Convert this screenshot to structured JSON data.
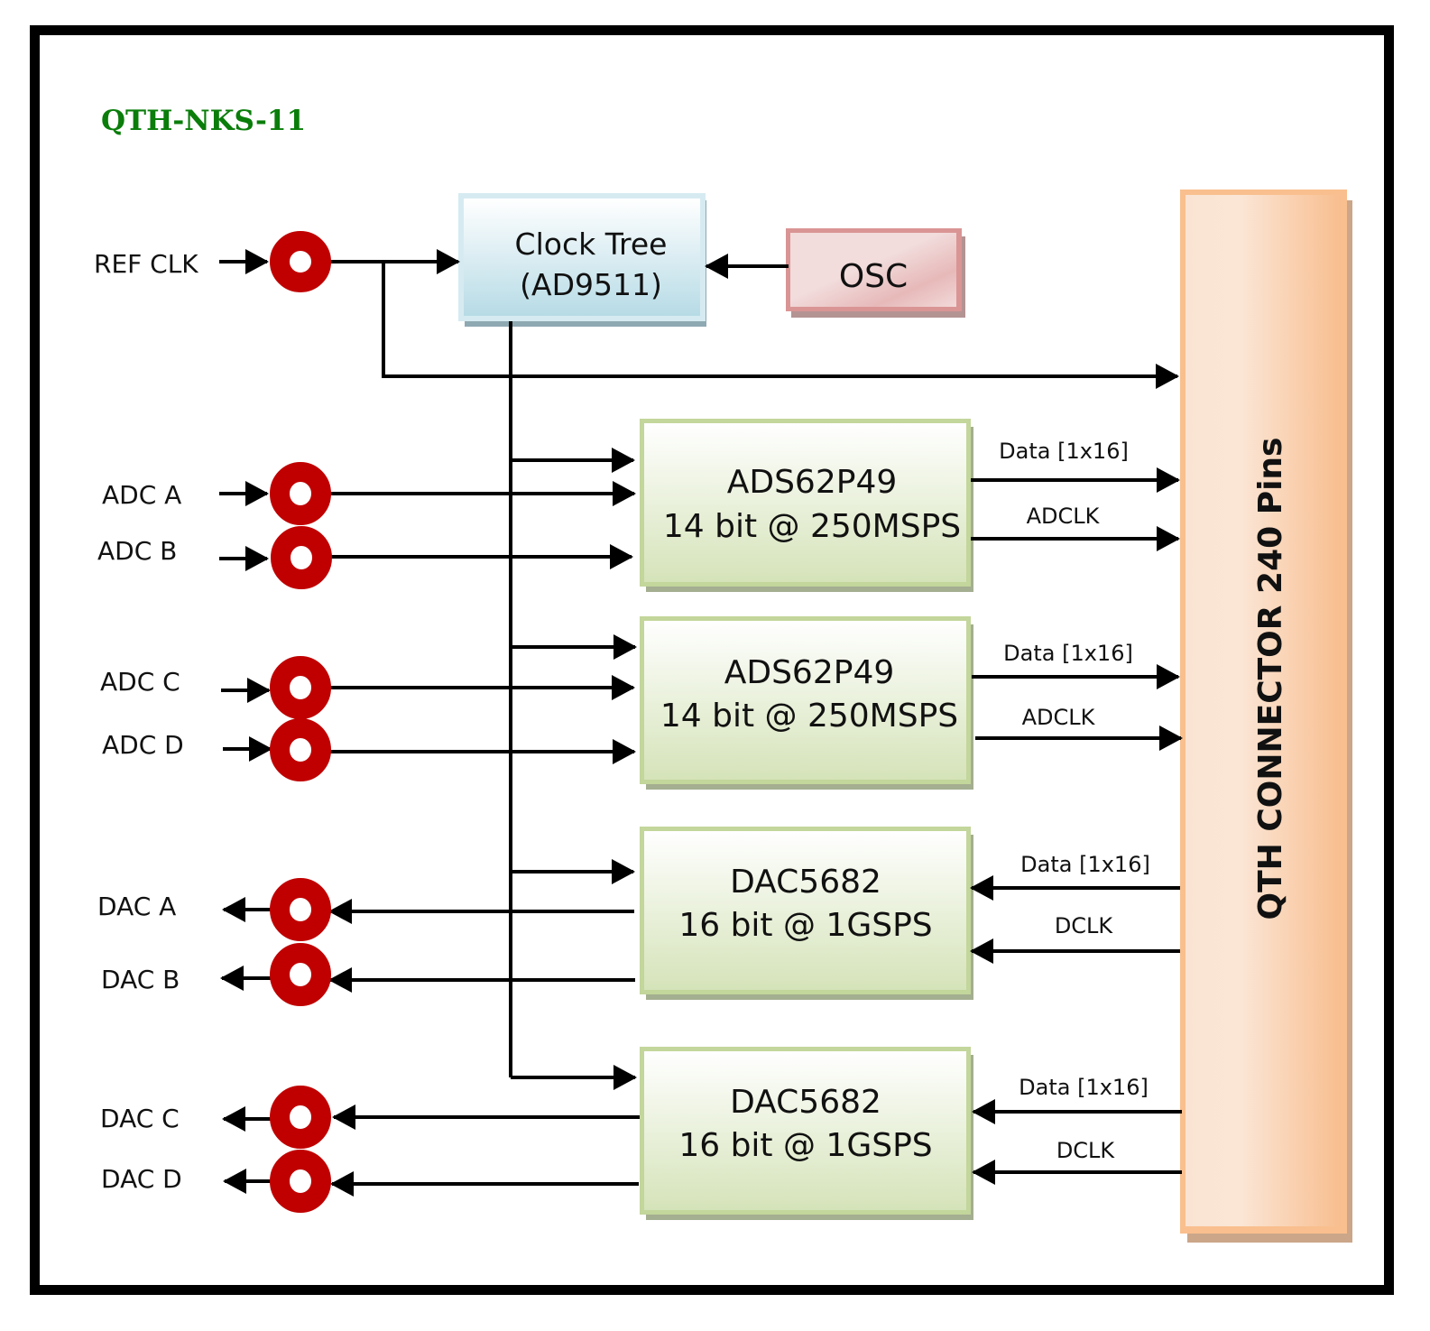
{
  "title": "QTH-NKS-11",
  "colors": {
    "title": "#0a7d0a",
    "connector_ring": "#c00000",
    "clock_tree_fill": "#bcdde7",
    "osc_fill": "#d99594",
    "converter_fill": "#d7e4bd",
    "qth_fill": "#fac090"
  },
  "blocks": {
    "clock_tree": {
      "line1": "Clock Tree",
      "line2": "(AD9511)"
    },
    "osc": {
      "label": "OSC"
    },
    "qth": {
      "label": "QTH CONNECTOR 240 Pins"
    },
    "adc1": {
      "line1": "ADS62P49",
      "line2": "14 bit @ 250MSPS"
    },
    "adc2": {
      "line1": "ADS62P49",
      "line2": "14 bit @ 250MSPS"
    },
    "dac1": {
      "line1": "DAC5682",
      "line2": "16 bit @ 1GSPS"
    },
    "dac2": {
      "line1": "DAC5682",
      "line2": "16 bit @ 1GSPS"
    }
  },
  "ports": {
    "ref_clk": "REF CLK",
    "adc_a": "ADC A",
    "adc_b": "ADC B",
    "adc_c": "ADC C",
    "adc_d": "ADC D",
    "dac_a": "DAC A",
    "dac_b": "DAC B",
    "dac_c": "DAC C",
    "dac_d": "DAC D"
  },
  "signals": {
    "adc1_data": "Data [1x16]",
    "adc1_clk": "ADCLK",
    "adc2_data": "Data [1x16]",
    "adc2_clk": "ADCLK",
    "dac1_data": "Data [1x16]",
    "dac1_clk": "DCLK",
    "dac2_data": "Data [1x16]",
    "dac2_clk": "DCLK"
  }
}
